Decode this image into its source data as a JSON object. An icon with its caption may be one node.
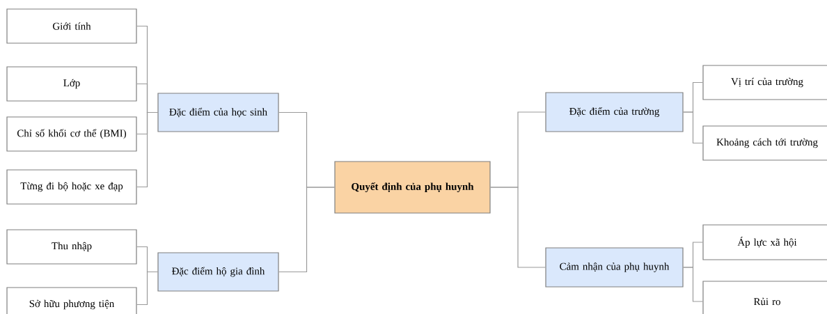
{
  "diagram": {
    "nodes": [
      {
        "text": [
          "Quyết định của phụ huynh"
        ]
      },
      {
        "text": [
          "Đặc điểm của học sinh"
        ]
      },
      {
        "text": [
          "Giới tính"
        ]
      },
      {
        "text": [
          "Lớp"
        ]
      },
      {
        "text": [
          "Chỉ số khối cơ thể (BMI)"
        ]
      },
      {
        "text": [
          "Từng đi bộ hoặc xe đạp"
        ]
      },
      {
        "text": [
          "Đặc điểm hộ gia đình"
        ]
      },
      {
        "text": [
          "Thu nhập"
        ]
      },
      {
        "text": [
          "Sở hữu phương tiện"
        ]
      },
      {
        "text": [
          "Đặc điểm của trường"
        ]
      },
      {
        "text": [
          "Vị trí của trường"
        ]
      },
      {
        "text": [
          "Khoảng cách tới trường"
        ]
      },
      {
        "text": [
          "Cảm nhận của phụ huynh"
        ]
      },
      {
        "text": [
          "Áp lực xã hội"
        ]
      },
      {
        "text": [
          "Rủi ro"
        ]
      }
    ],
    "edges": [
      {
        "from": 0,
        "to": 1,
        "arrow": "none"
      },
      {
        "from": 1,
        "to": 2,
        "arrow": "none"
      },
      {
        "from": 1,
        "to": 3,
        "arrow": "none"
      },
      {
        "from": 1,
        "to": 4,
        "arrow": "none"
      },
      {
        "from": 1,
        "to": 5,
        "arrow": "none"
      },
      {
        "from": 0,
        "to": 6,
        "arrow": "none"
      },
      {
        "from": 6,
        "to": 7,
        "arrow": "none"
      },
      {
        "from": 6,
        "to": 8,
        "arrow": "none"
      },
      {
        "from": 0,
        "to": 9,
        "arrow": "none"
      },
      {
        "from": 9,
        "to": 10,
        "arrow": "none"
      },
      {
        "from": 9,
        "to": 11,
        "arrow": "none"
      },
      {
        "from": 0,
        "to": 12,
        "arrow": "none"
      },
      {
        "from": 12,
        "to": 13,
        "arrow": "none"
      },
      {
        "from": 12,
        "to": 14,
        "arrow": "none"
      }
    ]
  }
}
